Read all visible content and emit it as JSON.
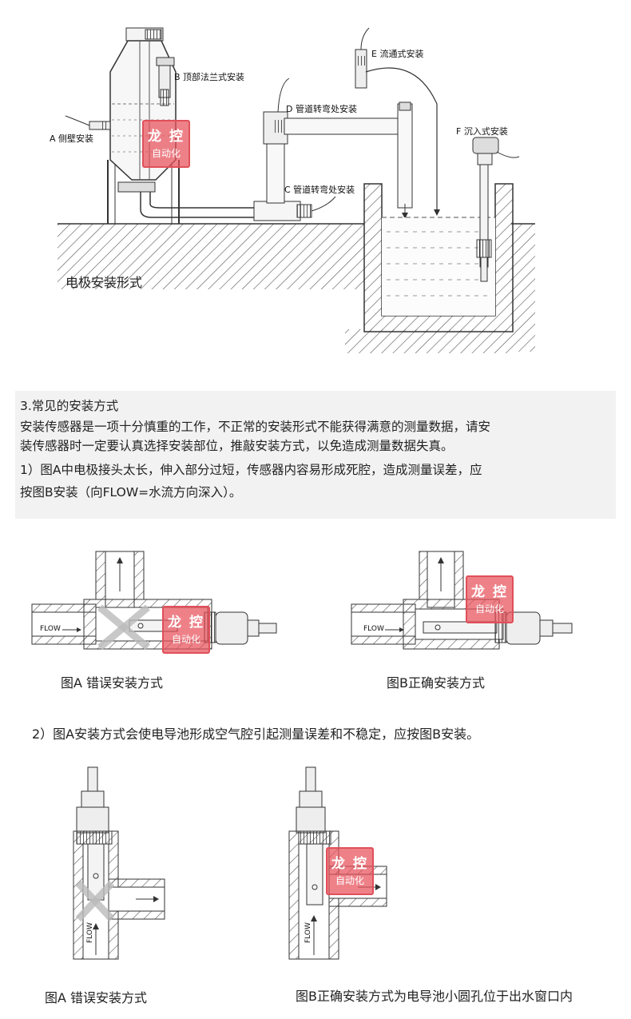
{
  "top_diagram": {
    "labels": {
      "A": "A 侧壁安装",
      "B": "B 顶部法兰式安装",
      "C": "C 管道转弯处安装",
      "D": "D 管道转弯处安装",
      "E": "E 流通式安装",
      "F": "F 沉入式安装"
    },
    "caption": "电极安装形式"
  },
  "stamp": {
    "line1": "龙 控",
    "line2": "自动化"
  },
  "section": {
    "heading": "3.常见的安装方式",
    "para1_line1": "安装传感器是一项十分慎重的工作，不正常的安装形式不能获得满意的测量数据，请安",
    "para1_line2": "装传感器时一定要认真选择安装部位，推敲安装方式，以免造成测量数据失真。",
    "para2_line1": "  1）图A中电极接头太长，伸入部分过短，传感器内容易形成死腔，造成测量误差，应",
    "para2_line2": "按图B安装（向FLOW=水流方向深入）。"
  },
  "row1": {
    "flow_label": "FLOW",
    "caption_a": "图A  错误安装方式",
    "caption_b": "图B正确安装方式"
  },
  "note2": "2）图A安装方式会使电导池形成空气腔引起测量误差和不稳定，应按图B安装。",
  "row2": {
    "flow_label": "FLOW",
    "caption_a": "图A  错误安装方式",
    "caption_b": "图B正确安装方式为电导池小圆孔位于出水窗口内"
  },
  "colors": {
    "stamp": "#e0505a",
    "hatch": "#555555",
    "textbox_bg": "#f2f2f2"
  }
}
